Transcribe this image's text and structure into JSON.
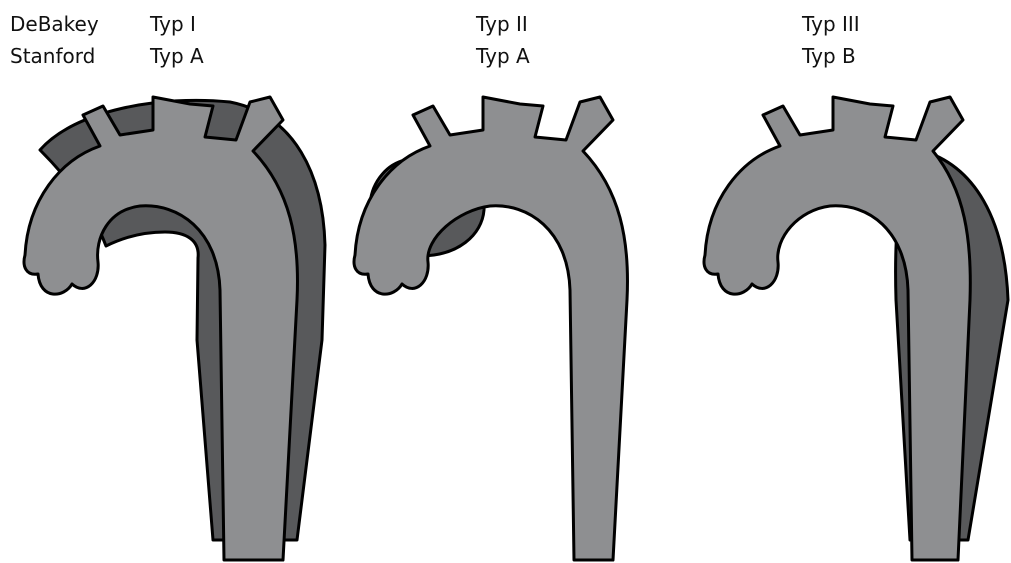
{
  "row_labels": {
    "debakey": "DeBakey",
    "stanford": "Stanford"
  },
  "panels": [
    {
      "debakey_type": "Typ I",
      "stanford_type": "Typ A",
      "dissection_region": "ascending-arch-descending"
    },
    {
      "debakey_type": "Typ II",
      "stanford_type": "Typ A",
      "dissection_region": "ascending-only"
    },
    {
      "debakey_type": "Typ III",
      "stanford_type": "Typ B",
      "dissection_region": "descending-only"
    }
  ],
  "colors": {
    "aorta": "#8e8f91",
    "dissection": "#58595b",
    "outline": "#000000",
    "background": "#ffffff"
  }
}
